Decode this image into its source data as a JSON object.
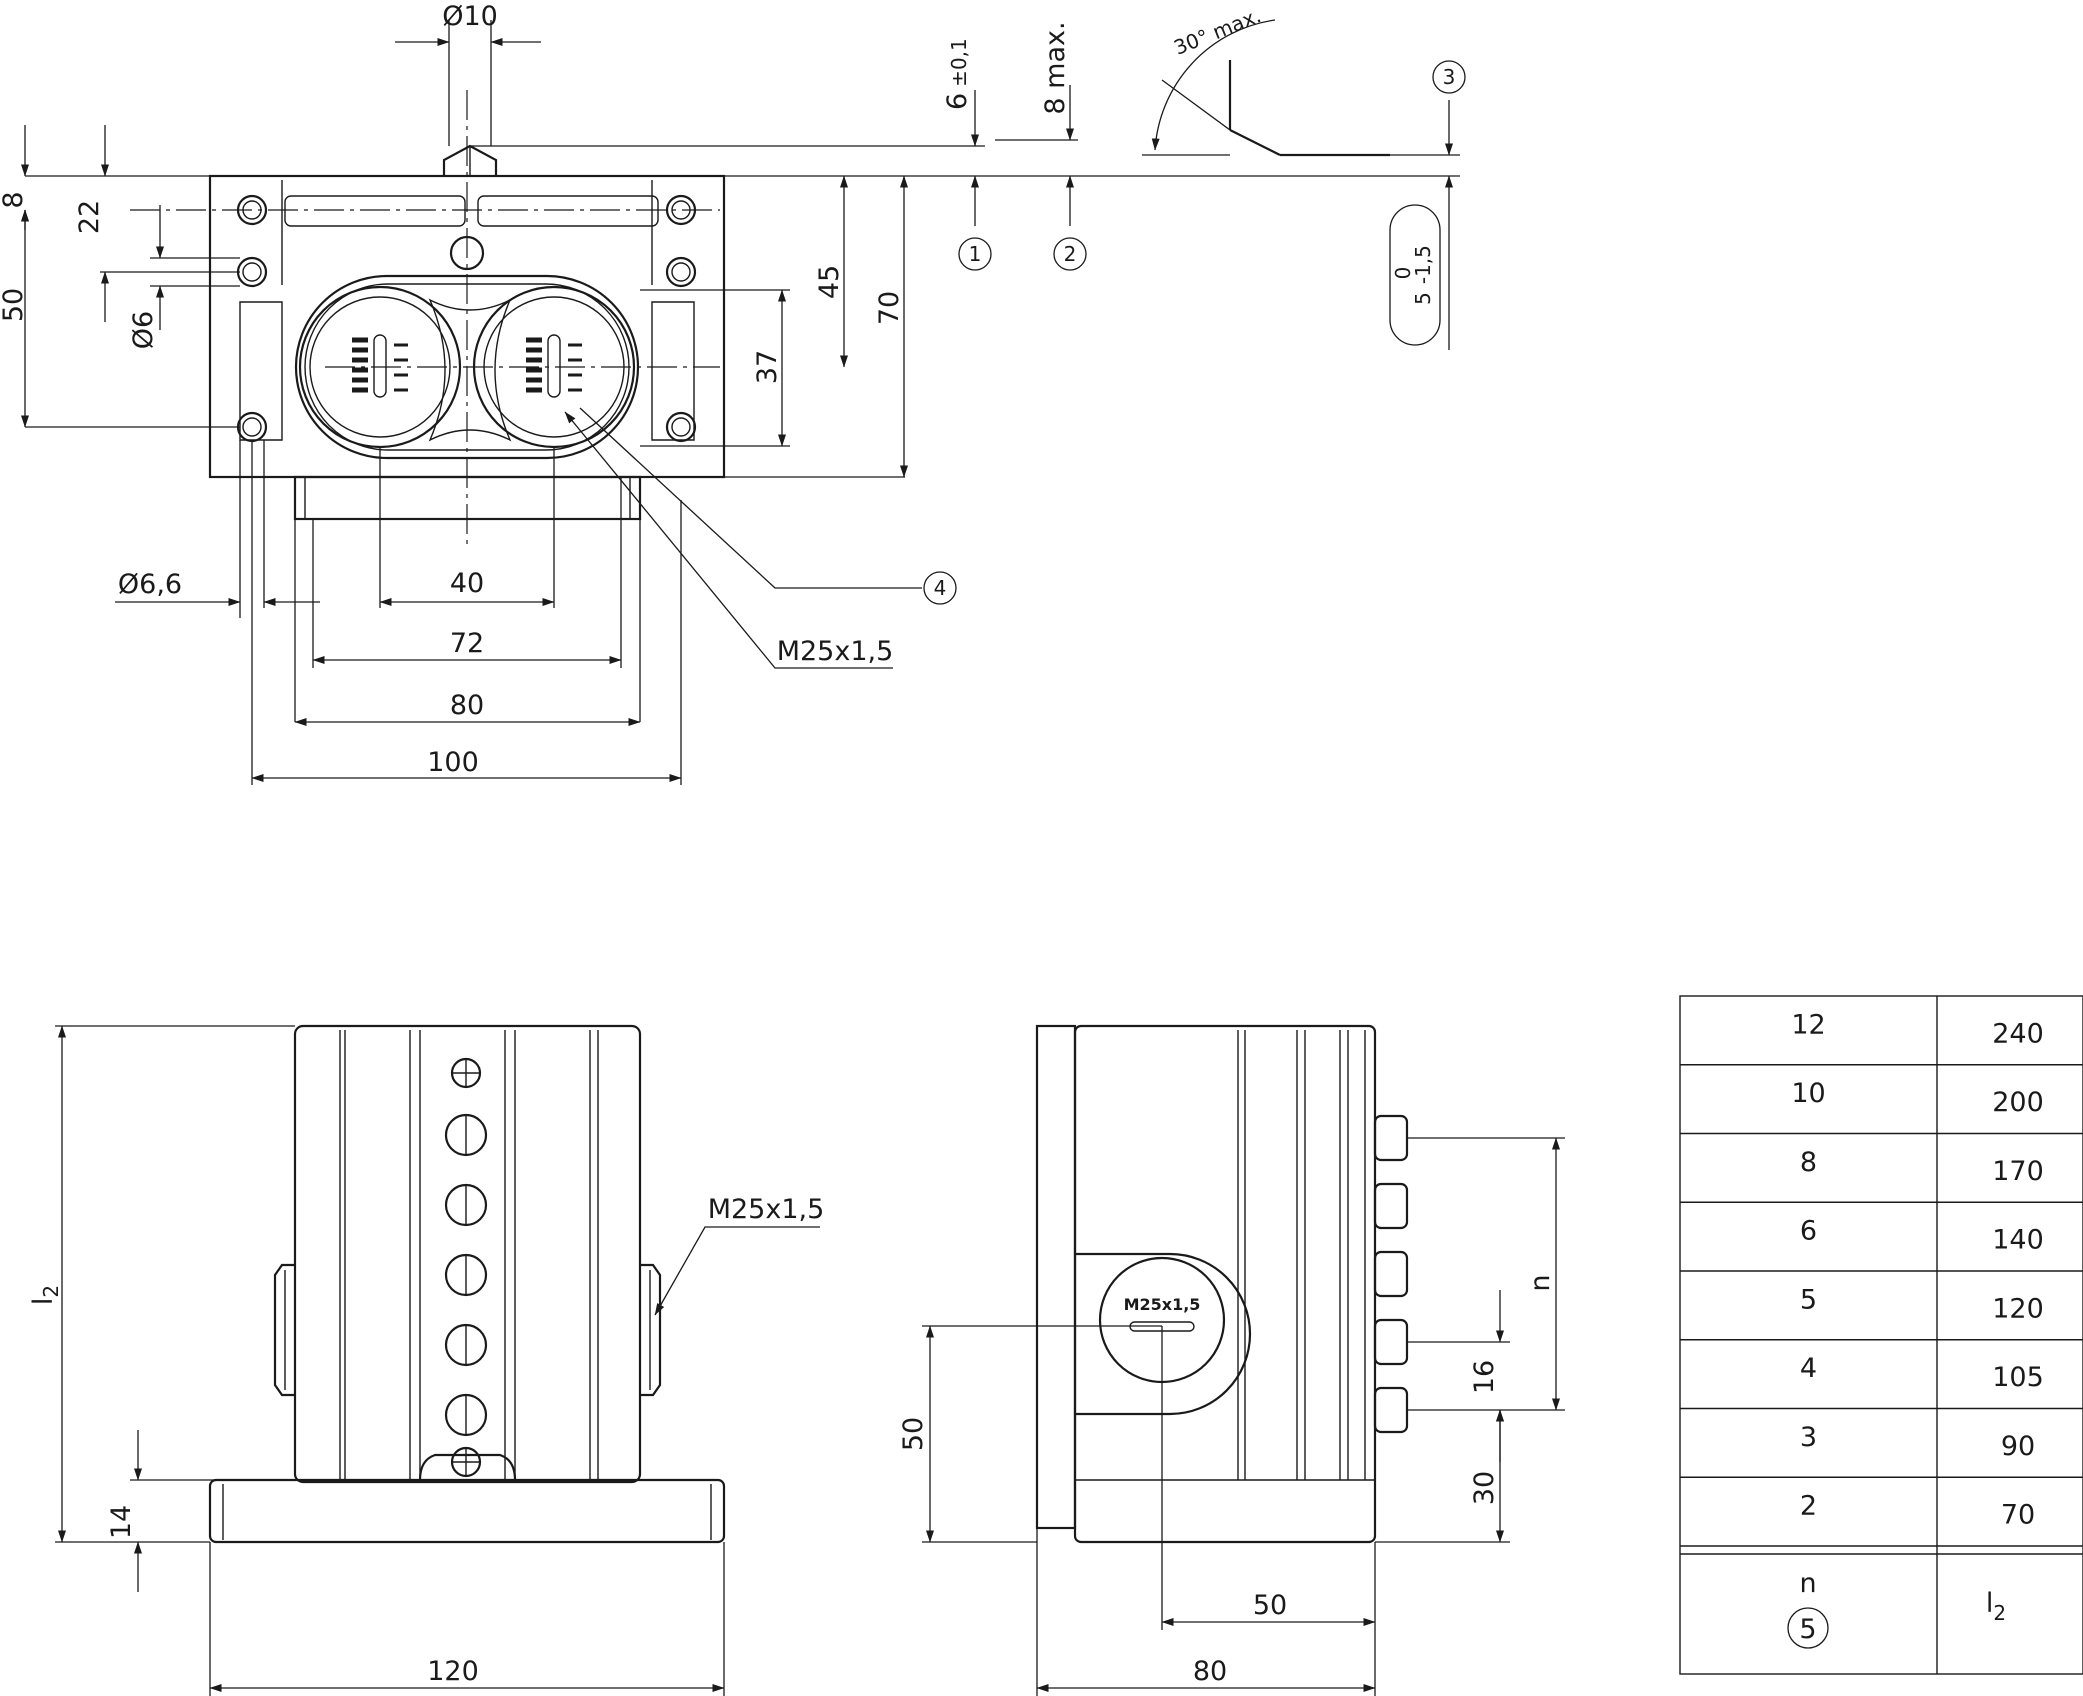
{
  "top_view": {
    "dim_dia10": "Ø10",
    "dim_6": "6",
    "dim_6_tol": "±0,1",
    "dim_8max": "8 max.",
    "dim_30max": "30° max.",
    "marker_1": "1",
    "marker_2": "2",
    "marker_3": "3",
    "marker_4": "4",
    "dim_5": "5",
    "dim_5_tol_upper": "0",
    "dim_5_tol_lower": "-1,5",
    "dim_8": "8",
    "dim_22": "22",
    "dim_50": "50",
    "dim_dia6": "Ø6",
    "dim_45": "45",
    "dim_70": "70",
    "dim_37": "37",
    "dim_dia6_6": "Ø6,6",
    "dim_40": "40",
    "dim_72": "72",
    "dim_80": "80",
    "dim_100": "100",
    "thread_label": "M25x1,5"
  },
  "front_view": {
    "dim_l2": "l",
    "dim_l2_sub": "2",
    "dim_14": "14",
    "dim_120": "120",
    "thread_label": "M25x1,5"
  },
  "side_view": {
    "dim_50_vertical": "50",
    "dim_n": "n",
    "dim_16": "16",
    "dim_30": "30",
    "dim_50_horizontal": "50",
    "dim_80": "80",
    "thread_label": "M25x1,5"
  },
  "table": {
    "rows": [
      {
        "n": "12",
        "l2": "240"
      },
      {
        "n": "10",
        "l2": "200"
      },
      {
        "n": "8",
        "l2": "170"
      },
      {
        "n": "6",
        "l2": "140"
      },
      {
        "n": "5",
        "l2": "120"
      },
      {
        "n": "4",
        "l2": "105"
      },
      {
        "n": "3",
        "l2": "90"
      },
      {
        "n": "2",
        "l2": "70"
      }
    ],
    "footer_n": "n",
    "footer_marker": "5",
    "footer_l": "l",
    "footer_l_sub": "2"
  }
}
